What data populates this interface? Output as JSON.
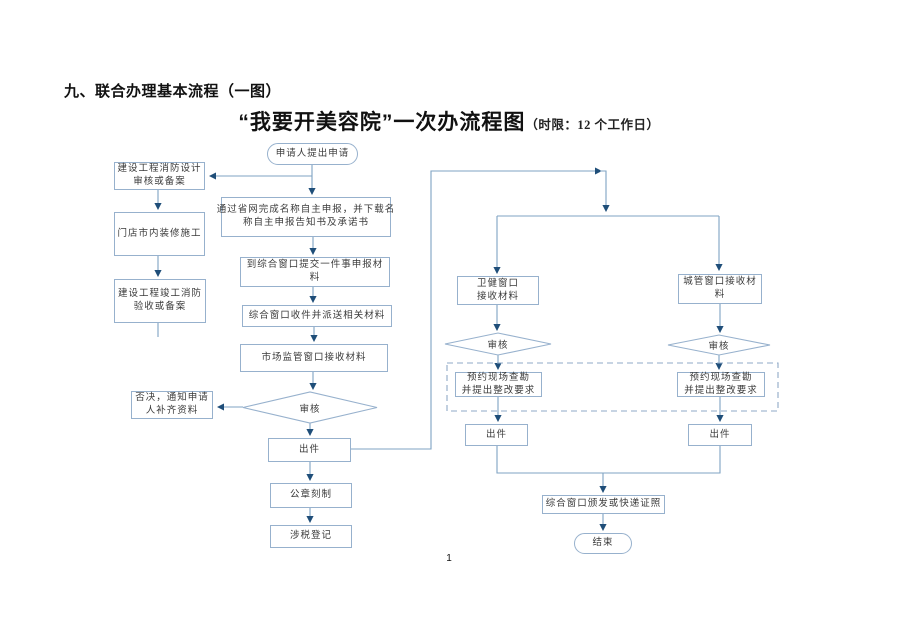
{
  "document": {
    "heading": "九、联合办理基本流程（一图）",
    "flow_title": "“我要开美容院”一次办流程图",
    "flow_title_note": "（时限：12 个工作日）",
    "page_number": "1"
  },
  "colors": {
    "connector_line": "#7fa3c3",
    "arrowhead": "#1f4e79",
    "box_border": "#97b1cd",
    "box_text": "#3a3a3a",
    "dashed_region_border": "#8fa9c7"
  },
  "nodes": {
    "start": "申请人提出申请",
    "fire_design": "建设工程消防设计\n审核或备案",
    "renovation": "门店市内装修施工",
    "fire_acceptance": "建设工程竣工消防\n验收或备案",
    "name_declare": "通过省网完成名称自主申报，并下载名\n称自主申报告知书及承诺书",
    "submit_materials": "到综合窗口提交一件事申报材\n料",
    "receive_dispatch": "综合窗口收件并派送相关材料",
    "market_window": "市场监管窗口接收材料",
    "review_center": "审核",
    "reject_notice": "否决，通知申请\n人补齐资料",
    "issue_center": "出件",
    "seal_making": "公章刻制",
    "tax_registration": "涉税登记",
    "health_window": "卫健窗口\n接收材料",
    "urban_window": "城管窗口接收材\n料",
    "review_health": "审核",
    "review_urban": "审核",
    "survey_health": "预约现场查勘\n并提出整改要求",
    "survey_urban": "预约现场查勘\n并提出整改要求",
    "issue_health": "出件",
    "issue_urban": "出件",
    "deliver_license": "综合窗口颁发或快递证照",
    "end": "结束"
  },
  "edges": [
    {
      "from": "start",
      "to": "fire_design"
    },
    {
      "from": "start",
      "to": "name_declare"
    },
    {
      "from": "fire_design",
      "to": "renovation"
    },
    {
      "from": "renovation",
      "to": "fire_acceptance"
    },
    {
      "from": "name_declare",
      "to": "submit_materials"
    },
    {
      "from": "submit_materials",
      "to": "receive_dispatch"
    },
    {
      "from": "receive_dispatch",
      "to": "market_window"
    },
    {
      "from": "market_window",
      "to": "review_center"
    },
    {
      "from": "review_center",
      "to": "reject_notice"
    },
    {
      "from": "review_center",
      "to": "issue_center"
    },
    {
      "from": "issue_center",
      "to": "seal_making"
    },
    {
      "from": "seal_making",
      "to": "tax_registration"
    },
    {
      "from": "issue_center",
      "to": "health_window"
    },
    {
      "from": "issue_center",
      "to": "urban_window"
    },
    {
      "from": "health_window",
      "to": "review_health"
    },
    {
      "from": "review_health",
      "to": "survey_health"
    },
    {
      "from": "survey_health",
      "to": "issue_health"
    },
    {
      "from": "issue_health",
      "to": "deliver_license"
    },
    {
      "from": "urban_window",
      "to": "review_urban"
    },
    {
      "from": "review_urban",
      "to": "survey_urban"
    },
    {
      "from": "survey_urban",
      "to": "issue_urban"
    },
    {
      "from": "issue_urban",
      "to": "deliver_license"
    },
    {
      "from": "deliver_license",
      "to": "end"
    }
  ]
}
